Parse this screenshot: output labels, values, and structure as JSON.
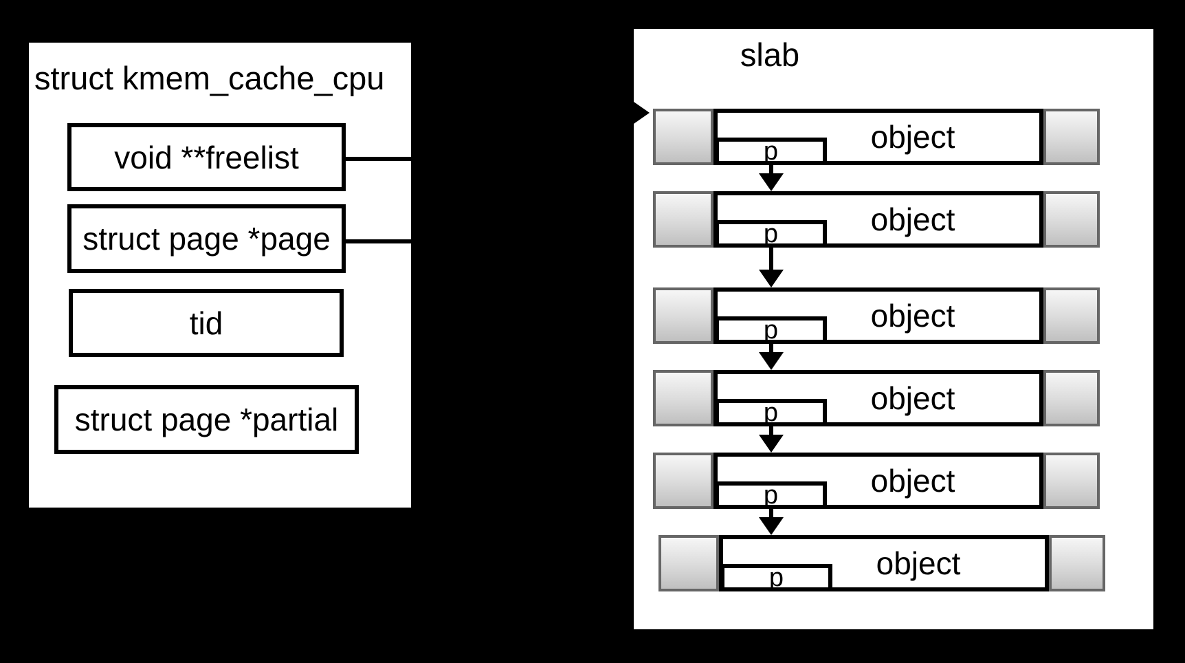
{
  "kmem_cache_cpu": {
    "title": "struct kmem_cache_cpu",
    "fields": [
      {
        "label": "void **freelist"
      },
      {
        "label": "struct page *page"
      },
      {
        "label": "tid"
      },
      {
        "label": "struct page *partial"
      }
    ]
  },
  "slab": {
    "title": "slab",
    "rows": [
      {
        "object_label": "object",
        "pointer_label": "p"
      },
      {
        "object_label": "object",
        "pointer_label": "p"
      },
      {
        "object_label": "object",
        "pointer_label": "p"
      },
      {
        "object_label": "object",
        "pointer_label": "p"
      },
      {
        "object_label": "object",
        "pointer_label": "p"
      },
      {
        "object_label": "object",
        "pointer_label": "p"
      }
    ]
  },
  "colors": {
    "background": "#000000",
    "panel": "#ffffff",
    "line": "#000000",
    "pad_cell_border": "#666666",
    "pad_cell_gradient_top": "#f6f6f6",
    "pad_cell_gradient_bottom": "#c0c0c0"
  }
}
